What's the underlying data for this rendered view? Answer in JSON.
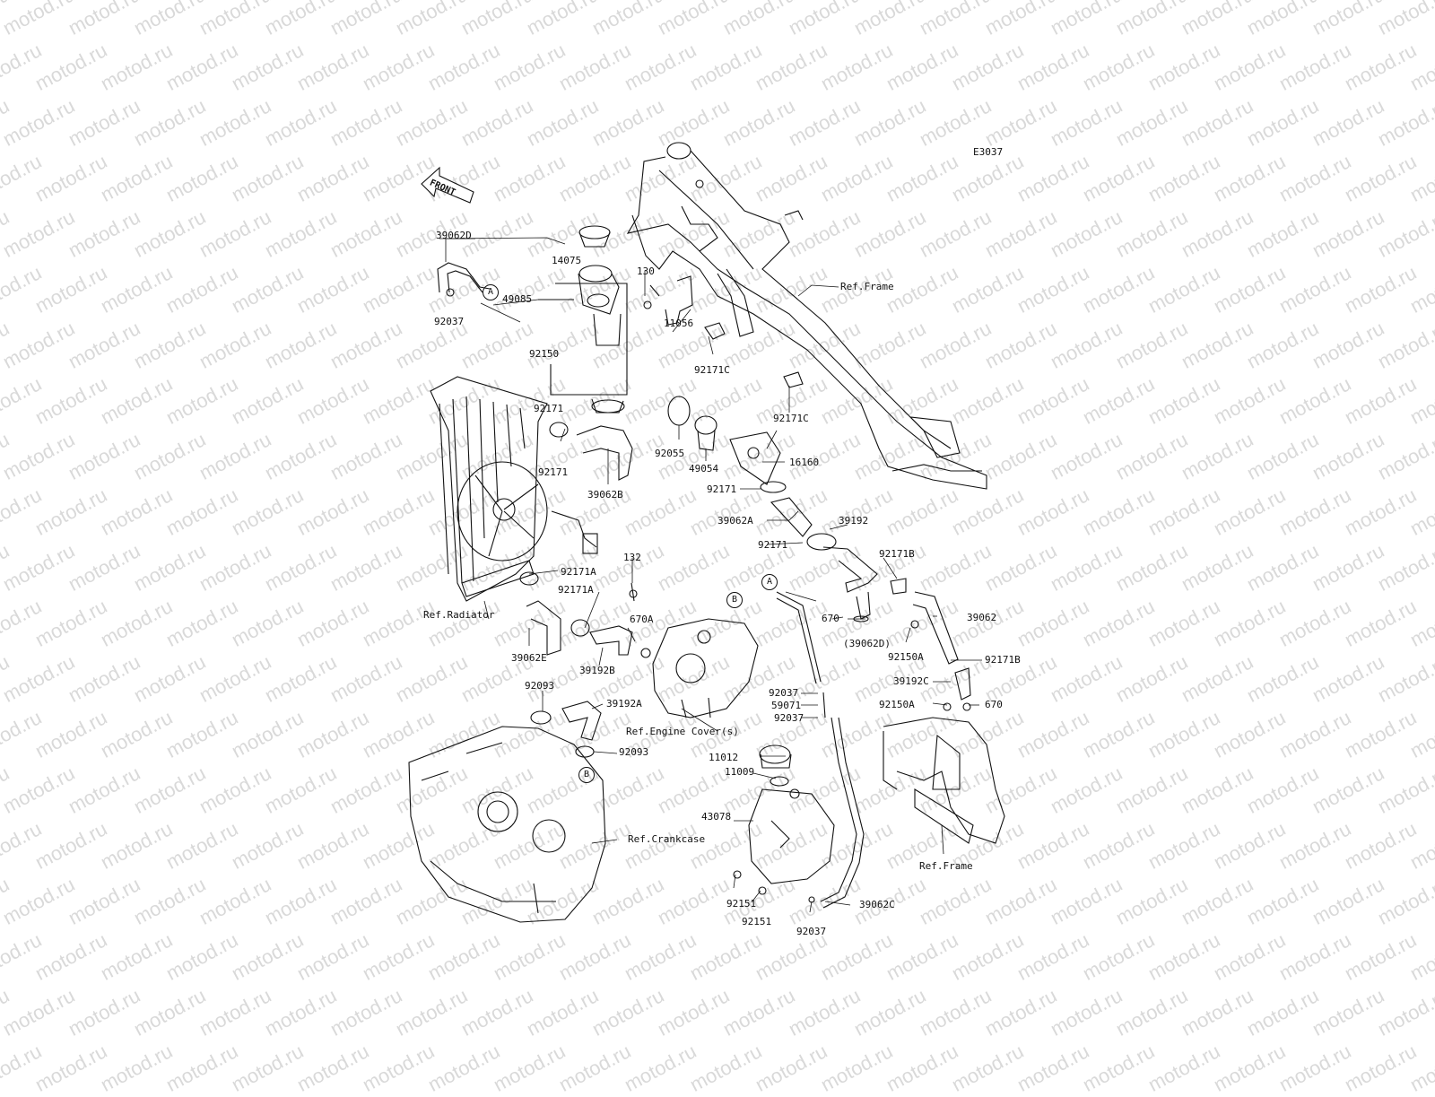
{
  "watermark": "motod.ru",
  "diagram_code": "E3037",
  "front_label": "FRONT",
  "callouts": {
    "A_top": "A",
    "A_mid": "A",
    "B_top": "B",
    "B_low": "B"
  },
  "parts": [
    {
      "id": "p39062D",
      "text": "39062D"
    },
    {
      "id": "p14075",
      "text": "14075"
    },
    {
      "id": "p130",
      "text": "130"
    },
    {
      "id": "p49085",
      "text": "49085"
    },
    {
      "id": "p92037a",
      "text": "92037"
    },
    {
      "id": "p11056",
      "text": "11056"
    },
    {
      "id": "p92150",
      "text": "92150"
    },
    {
      "id": "p92171Ca",
      "text": "92171C"
    },
    {
      "id": "p92171Cb",
      "text": "92171C"
    },
    {
      "id": "p92171a",
      "text": "92171"
    },
    {
      "id": "p92171b",
      "text": "92171"
    },
    {
      "id": "p92055",
      "text": "92055"
    },
    {
      "id": "p49054",
      "text": "49054"
    },
    {
      "id": "p16160",
      "text": "16160"
    },
    {
      "id": "p39062B",
      "text": "39062B"
    },
    {
      "id": "p92171c",
      "text": "92171"
    },
    {
      "id": "p39062A",
      "text": "39062A"
    },
    {
      "id": "p39192",
      "text": "39192"
    },
    {
      "id": "p92171d",
      "text": "92171"
    },
    {
      "id": "p92171B",
      "text": "92171B"
    },
    {
      "id": "p92171Aa",
      "text": "92171A"
    },
    {
      "id": "p132",
      "text": "132"
    },
    {
      "id": "p92171Ab",
      "text": "92171A"
    },
    {
      "id": "p670A",
      "text": "670A"
    },
    {
      "id": "p670a",
      "text": "670"
    },
    {
      "id": "p39062",
      "text": "39062"
    },
    {
      "id": "p39062Dp",
      "text": "(39062D)"
    },
    {
      "id": "p92150A",
      "text": "92150A"
    },
    {
      "id": "p92171Bb",
      "text": "92171B"
    },
    {
      "id": "p39062E",
      "text": "39062E"
    },
    {
      "id": "p39192B",
      "text": "39192B"
    },
    {
      "id": "p39192C",
      "text": "39192C"
    },
    {
      "id": "p92150Ab",
      "text": "92150A"
    },
    {
      "id": "p670b",
      "text": "670"
    },
    {
      "id": "p92093a",
      "text": "92093"
    },
    {
      "id": "p39192A",
      "text": "39192A"
    },
    {
      "id": "p92037b",
      "text": "92037"
    },
    {
      "id": "p59071",
      "text": "59071"
    },
    {
      "id": "p92037c",
      "text": "92037"
    },
    {
      "id": "p92093b",
      "text": "92093"
    },
    {
      "id": "p11012",
      "text": "11012"
    },
    {
      "id": "p11009",
      "text": "11009"
    },
    {
      "id": "p43078",
      "text": "43078"
    },
    {
      "id": "p92151a",
      "text": "92151"
    },
    {
      "id": "p92151b",
      "text": "92151"
    },
    {
      "id": "p92037d",
      "text": "92037"
    },
    {
      "id": "p39062C",
      "text": "39062C"
    }
  ],
  "references": {
    "frame_top": "Ref.Frame",
    "radiator": "Ref.Radiator",
    "engine_cover": "Ref.Engine Cover(s)",
    "crankcase": "Ref.Crankcase",
    "frame_bottom": "Ref.Frame"
  }
}
